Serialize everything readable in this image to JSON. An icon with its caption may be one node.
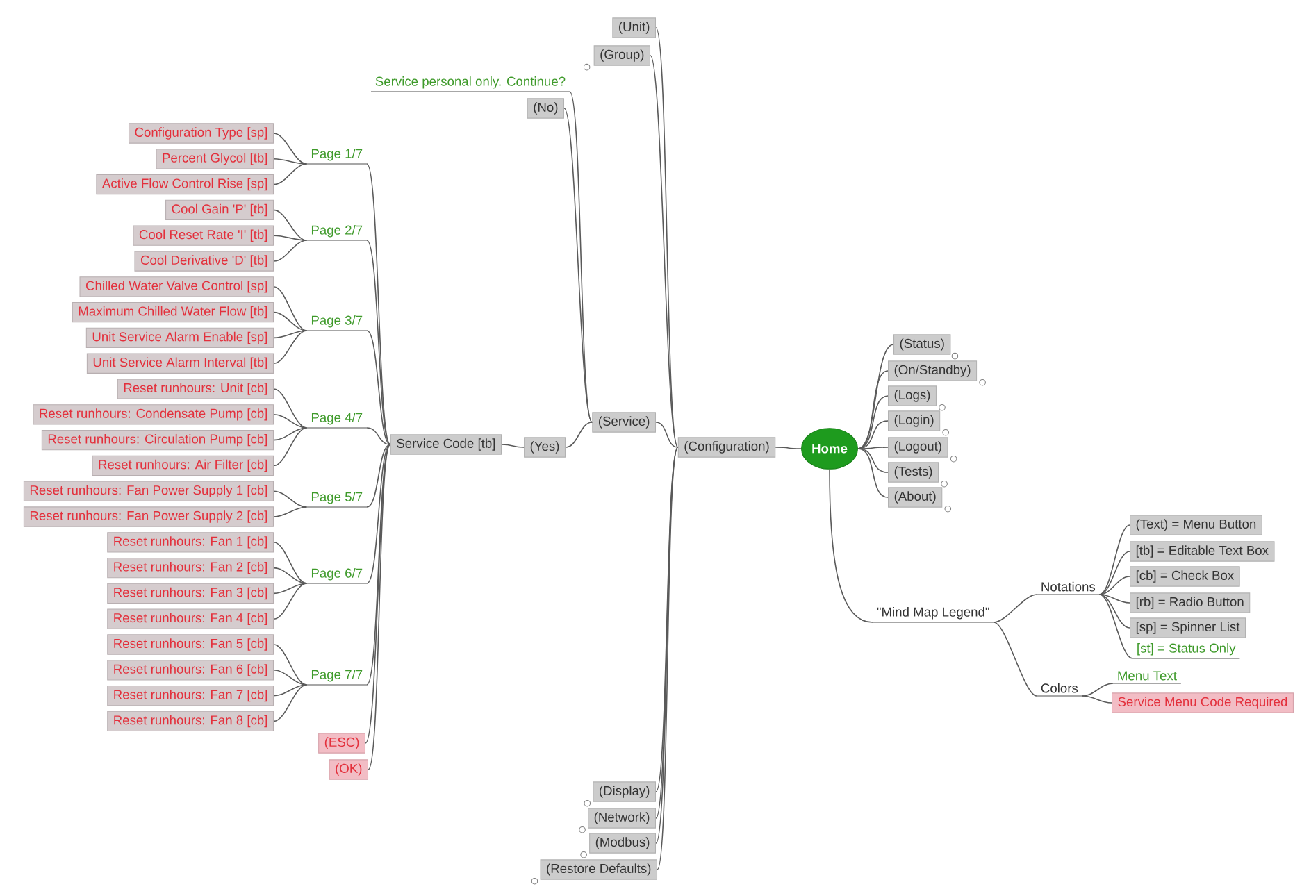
{
  "diagram": {
    "nodes": [
      {
        "text": [
          "Home"
        ]
      },
      {
        "text": [
          "(Configuration)"
        ]
      },
      {
        "text": [
          "(Unit)"
        ]
      },
      {
        "text": [
          "(Group)"
        ]
      },
      {
        "text": [
          "(Service)"
        ]
      },
      {
        "text": [
          "Service personal only. Continue?"
        ]
      },
      {
        "text": [
          "(No)"
        ]
      },
      {
        "text": [
          "(Yes)"
        ]
      },
      {
        "text": [
          "Service Code [tb]"
        ]
      },
      {
        "text": [
          "Page 1/7"
        ]
      },
      {
        "text": [
          "Configuration Type [sp]"
        ]
      },
      {
        "text": [
          "Percent Glycol [tb]"
        ]
      },
      {
        "text": [
          "Active Flow Control Rise [sp]"
        ]
      },
      {
        "text": [
          "Page 2/7"
        ]
      },
      {
        "text": [
          "Cool Gain 'P' [tb]"
        ]
      },
      {
        "text": [
          "Cool Reset Rate 'I' [tb]"
        ]
      },
      {
        "text": [
          "Cool Derivative 'D' [tb]"
        ]
      },
      {
        "text": [
          "Page 3/7"
        ]
      },
      {
        "text": [
          "Chilled Water Valve Control [sp]"
        ]
      },
      {
        "text": [
          "Maximum Chilled Water Flow [tb]"
        ]
      },
      {
        "text": [
          "Unit Service Alarm Enable [sp]"
        ]
      },
      {
        "text": [
          "Unit Service Alarm Interval [tb]"
        ]
      },
      {
        "text": [
          "Page 4/7"
        ]
      },
      {
        "text": [
          "Reset runhours: Unit [cb]"
        ]
      },
      {
        "text": [
          "Reset runhours: Condensate Pump [cb]"
        ]
      },
      {
        "text": [
          "Reset runhours: Circulation Pump [cb]"
        ]
      },
      {
        "text": [
          "Reset runhours: Air Filter [cb]"
        ]
      },
      {
        "text": [
          "Page 5/7"
        ]
      },
      {
        "text": [
          "Reset runhours: Fan Power Supply 1 [cb]"
        ]
      },
      {
        "text": [
          "Reset runhours: Fan Power Supply 2 [cb]"
        ]
      },
      {
        "text": [
          "Page 6/7"
        ]
      },
      {
        "text": [
          "Reset runhours: Fan 1 [cb]"
        ]
      },
      {
        "text": [
          "Reset runhours: Fan 2 [cb]"
        ]
      },
      {
        "text": [
          "Reset runhours: Fan 3 [cb]"
        ]
      },
      {
        "text": [
          "Reset runhours: Fan 4 [cb]"
        ]
      },
      {
        "text": [
          "Page 7/7"
        ]
      },
      {
        "text": [
          "Reset runhours: Fan 5 [cb]"
        ]
      },
      {
        "text": [
          "Reset runhours: Fan 6 [cb]"
        ]
      },
      {
        "text": [
          "Reset runhours: Fan 7 [cb]"
        ]
      },
      {
        "text": [
          "Reset runhours: Fan 8 [cb]"
        ]
      },
      {
        "text": [
          "(ESC)"
        ]
      },
      {
        "text": [
          "(OK)"
        ]
      },
      {
        "text": [
          "(Display)"
        ]
      },
      {
        "text": [
          "(Network)"
        ]
      },
      {
        "text": [
          "(Modbus)"
        ]
      },
      {
        "text": [
          "(Restore Defaults)"
        ]
      },
      {
        "text": [
          "(Status)"
        ]
      },
      {
        "text": [
          "(On/Standby)"
        ]
      },
      {
        "text": [
          "(Logs)"
        ]
      },
      {
        "text": [
          "(Login)"
        ]
      },
      {
        "text": [
          "(Logout)"
        ]
      },
      {
        "text": [
          "(Tests)"
        ]
      },
      {
        "text": [
          "(About)"
        ]
      },
      {
        "text": [
          "\"Mind Map Legend\""
        ]
      },
      {
        "text": [
          "Notations"
        ]
      },
      {
        "text": [
          "(Text) = Menu Button"
        ]
      },
      {
        "text": [
          "[tb] = Editable Text Box"
        ]
      },
      {
        "text": [
          "[cb] = Check Box"
        ]
      },
      {
        "text": [
          "[rb] = Radio Button"
        ]
      },
      {
        "text": [
          "[sp] = Spinner List"
        ]
      },
      {
        "text": [
          "[st] = Status Only"
        ]
      },
      {
        "text": [
          "Colors"
        ]
      },
      {
        "text": [
          "Menu Text"
        ]
      },
      {
        "text": [
          "Service Menu Code Required"
        ]
      }
    ],
    "edges": [
      {
        "from": 0,
        "to": 1,
        "arrow": "none"
      },
      {
        "from": 1,
        "to": 2,
        "arrow": "none"
      },
      {
        "from": 1,
        "to": 3,
        "arrow": "none"
      },
      {
        "from": 1,
        "to": 4,
        "arrow": "none"
      },
      {
        "from": 4,
        "to": 5,
        "arrow": "none"
      },
      {
        "from": 4,
        "to": 6,
        "arrow": "none"
      },
      {
        "from": 4,
        "to": 7,
        "arrow": "none"
      },
      {
        "from": 7,
        "to": 8,
        "arrow": "none"
      },
      {
        "from": 8,
        "to": 9,
        "arrow": "none"
      },
      {
        "from": 9,
        "to": 10,
        "arrow": "none"
      },
      {
        "from": 9,
        "to": 11,
        "arrow": "none"
      },
      {
        "from": 9,
        "to": 12,
        "arrow": "none"
      },
      {
        "from": 8,
        "to": 13,
        "arrow": "none"
      },
      {
        "from": 13,
        "to": 14,
        "arrow": "none"
      },
      {
        "from": 13,
        "to": 15,
        "arrow": "none"
      },
      {
        "from": 13,
        "to": 16,
        "arrow": "none"
      },
      {
        "from": 8,
        "to": 17,
        "arrow": "none"
      },
      {
        "from": 17,
        "to": 18,
        "arrow": "none"
      },
      {
        "from": 17,
        "to": 19,
        "arrow": "none"
      },
      {
        "from": 17,
        "to": 20,
        "arrow": "none"
      },
      {
        "from": 17,
        "to": 21,
        "arrow": "none"
      },
      {
        "from": 8,
        "to": 22,
        "arrow": "none"
      },
      {
        "from": 22,
        "to": 23,
        "arrow": "none"
      },
      {
        "from": 22,
        "to": 24,
        "arrow": "none"
      },
      {
        "from": 22,
        "to": 25,
        "arrow": "none"
      },
      {
        "from": 22,
        "to": 26,
        "arrow": "none"
      },
      {
        "from": 8,
        "to": 27,
        "arrow": "none"
      },
      {
        "from": 27,
        "to": 28,
        "arrow": "none"
      },
      {
        "from": 27,
        "to": 29,
        "arrow": "none"
      },
      {
        "from": 8,
        "to": 30,
        "arrow": "none"
      },
      {
        "from": 30,
        "to": 31,
        "arrow": "none"
      },
      {
        "from": 30,
        "to": 32,
        "arrow": "none"
      },
      {
        "from": 30,
        "to": 33,
        "arrow": "none"
      },
      {
        "from": 30,
        "to": 34,
        "arrow": "none"
      },
      {
        "from": 8,
        "to": 35,
        "arrow": "none"
      },
      {
        "from": 35,
        "to": 36,
        "arrow": "none"
      },
      {
        "from": 35,
        "to": 37,
        "arrow": "none"
      },
      {
        "from": 35,
        "to": 38,
        "arrow": "none"
      },
      {
        "from": 35,
        "to": 39,
        "arrow": "none"
      },
      {
        "from": 8,
        "to": 40,
        "arrow": "none"
      },
      {
        "from": 8,
        "to": 41,
        "arrow": "none"
      },
      {
        "from": 1,
        "to": 42,
        "arrow": "none"
      },
      {
        "from": 1,
        "to": 43,
        "arrow": "none"
      },
      {
        "from": 1,
        "to": 44,
        "arrow": "none"
      },
      {
        "from": 1,
        "to": 45,
        "arrow": "none"
      },
      {
        "from": 0,
        "to": 46,
        "arrow": "none"
      },
      {
        "from": 0,
        "to": 47,
        "arrow": "none"
      },
      {
        "from": 0,
        "to": 48,
        "arrow": "none"
      },
      {
        "from": 0,
        "to": 49,
        "arrow": "none"
      },
      {
        "from": 0,
        "to": 50,
        "arrow": "none"
      },
      {
        "from": 0,
        "to": 51,
        "arrow": "none"
      },
      {
        "from": 0,
        "to": 52,
        "arrow": "none"
      },
      {
        "from": 0,
        "to": 53,
        "arrow": "none"
      },
      {
        "from": 53,
        "to": 54,
        "arrow": "none"
      },
      {
        "from": 54,
        "to": 55,
        "arrow": "none"
      },
      {
        "from": 54,
        "to": 56,
        "arrow": "none"
      },
      {
        "from": 54,
        "to": 57,
        "arrow": "none"
      },
      {
        "from": 54,
        "to": 58,
        "arrow": "none"
      },
      {
        "from": 54,
        "to": 59,
        "arrow": "none"
      },
      {
        "from": 54,
        "to": 60,
        "arrow": "none"
      },
      {
        "from": 53,
        "to": 61,
        "arrow": "none"
      },
      {
        "from": 61,
        "to": 62,
        "arrow": "none"
      },
      {
        "from": 61,
        "to": 63,
        "arrow": "none"
      }
    ]
  }
}
